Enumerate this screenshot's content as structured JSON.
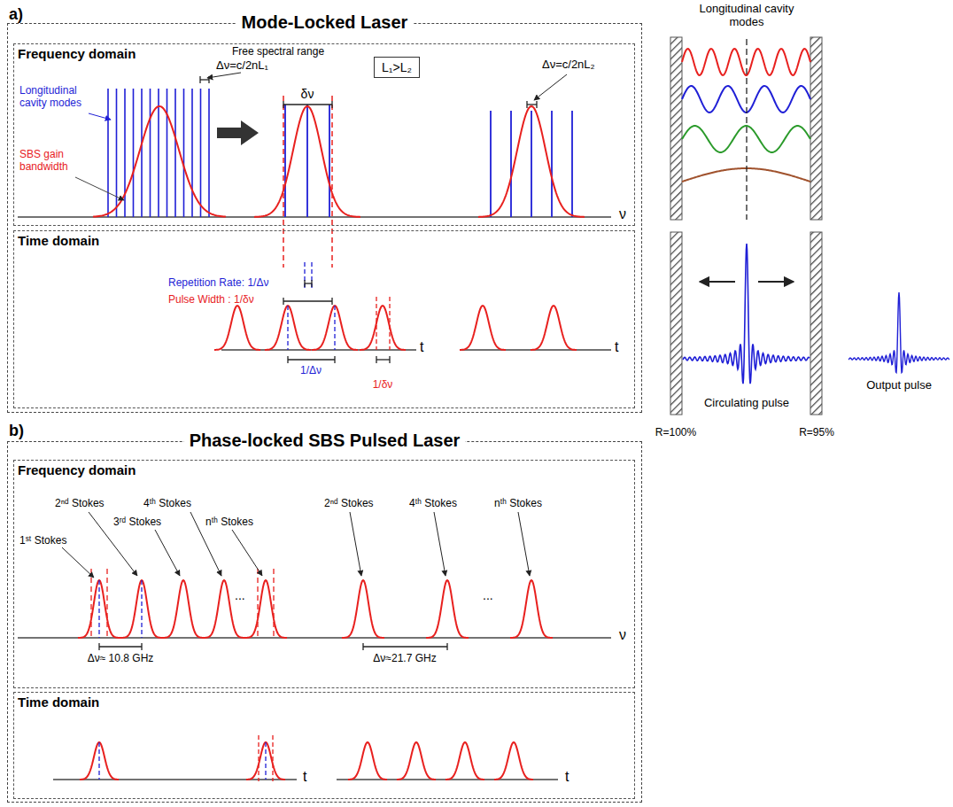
{
  "diagram": {
    "nodes": [
      {
        "text": [
          "Mode-Locked Laser"
        ]
      },
      {
        "text": [
          "Frequency domain"
        ],
        "in": 0
      },
      {
        "text": [
          "L₁>L₂"
        ],
        "in": 1
      },
      {
        "text": [
          "Time domain"
        ],
        "in": 0
      },
      {
        "text": [
          "Phase-locked SBS Pulsed Laser"
        ]
      },
      {
        "text": [
          "Frequency domain"
        ],
        "in": 4
      },
      {
        "text": [
          "Time domain"
        ],
        "in": 4
      }
    ],
    "labels": [
      "a)",
      "Free spectral range",
      "Δν=c/2nL₁",
      "Longitudinal cavity modes",
      "SBS gain bandwidth",
      "δν",
      "Δν=c/2nL₂",
      "ν",
      "Repetition Rate: 1/Δν",
      "Pulse Width : 1/δν",
      "1/Δν",
      "1/δν",
      "t",
      "t",
      "Longitudinal cavity modes",
      "Circulating pulse",
      "Output pulse",
      "R=100%",
      "R=95%",
      "b)",
      "1ˢᵗ Stokes",
      "2ⁿᵈ Stokes",
      "3ʳᵈ Stokes",
      "4ᵗʰ Stokes",
      "nᵗʰ Stokes",
      "...",
      "Δν≈ 10.8 GHz",
      "2ⁿᵈ Stokes",
      "4ᵗʰ Stokes",
      "nᵗʰ Stokes",
      "...",
      "Δν≈21.7 GHz",
      "ν",
      "t",
      "t"
    ]
  }
}
